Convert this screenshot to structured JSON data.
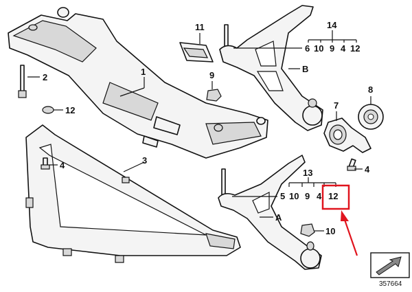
{
  "diagram": {
    "callouts": {
      "c1": "1",
      "c2": "2",
      "c3": "3",
      "c4a": "4",
      "c4b": "4",
      "c5": "5",
      "c6": "6",
      "c7": "7",
      "c8": "8",
      "c9": "9",
      "c10": "10",
      "c11": "11",
      "c12": "12",
      "cA": "A",
      "cB": "B"
    },
    "group_14": {
      "head": "14",
      "items": [
        "6",
        "10",
        "9",
        "4",
        "12"
      ]
    },
    "group_13": {
      "head": "13",
      "items": [
        "5",
        "10",
        "9",
        "4",
        "12"
      ]
    },
    "highlight": {
      "color": "#e0141e",
      "target": "12"
    },
    "catalog_number": "357664"
  }
}
